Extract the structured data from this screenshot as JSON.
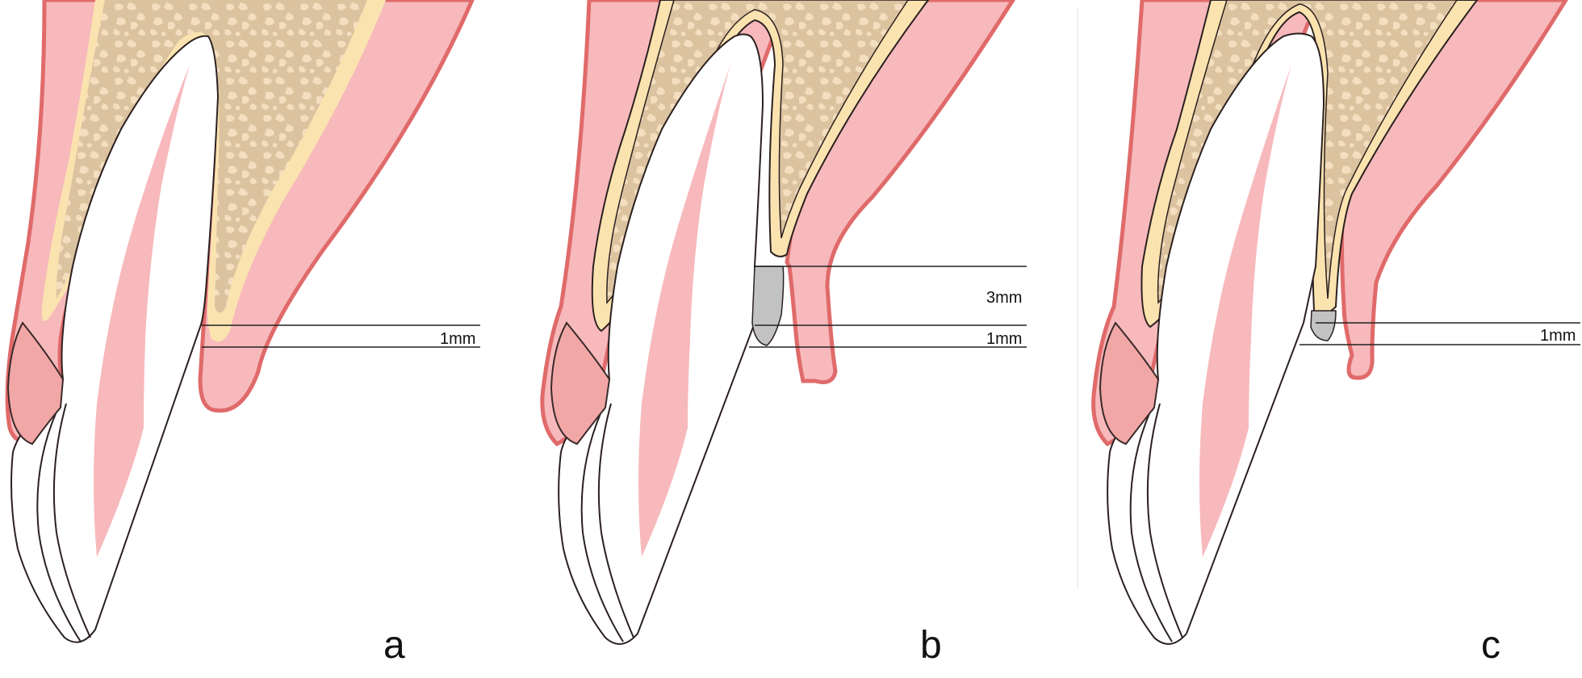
{
  "figure": {
    "panels": [
      {
        "id": "a",
        "label": "a",
        "measurements": [
          {
            "label": "1mm"
          }
        ]
      },
      {
        "id": "b",
        "label": "b",
        "measurements": [
          {
            "label": "3mm"
          },
          {
            "label": "1mm"
          }
        ]
      },
      {
        "id": "c",
        "label": "c",
        "measurements": [
          {
            "label": "1mm"
          }
        ]
      }
    ]
  },
  "colors": {
    "gingiva": "#f7b9bc",
    "gingiva_edge": "#e06a6a",
    "bone": "#dcc3a0",
    "bone_dot": "#c9a67c",
    "cortical": "#fbe3b0",
    "enamel": "#ffffff",
    "pulp": "#f7b9bc",
    "graft": "#c2c2c2",
    "outline": "#3a2a2a"
  }
}
